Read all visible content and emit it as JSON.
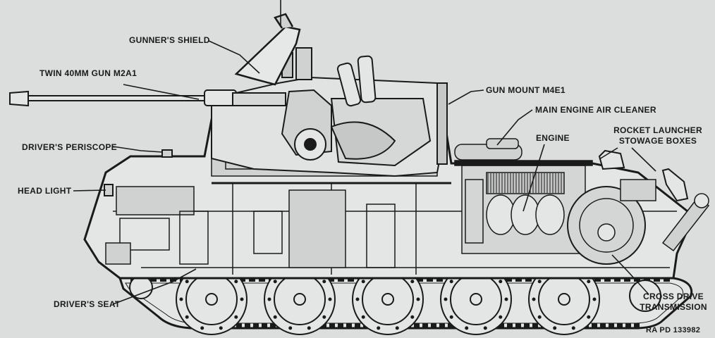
{
  "labels": {
    "gunners_shield": "GUNNER'S SHIELD",
    "twin_gun": "TWIN 40MM GUN M2A1",
    "gun_mount": "GUN MOUNT M4E1",
    "air_cleaner": "MAIN ENGINE AIR CLEANER",
    "engine": "ENGINE",
    "rocket_line1": "ROCKET LAUNCHER",
    "rocket_line2": "STOWAGE BOXES",
    "periscope": "DRIVER'S PERISCOPE",
    "head_light": "HEAD LIGHT",
    "drivers_seat": "DRIVER'S SEAT",
    "transmission_line1": "CROSS DRIVE",
    "transmission_line2": "TRANSMISSION",
    "reference": "RA PD 133982"
  },
  "colors": {
    "background": "#dcdedd",
    "ink": "#1a1a1a",
    "hull_fill": "#e4e6e5",
    "shade": "#b9bcbb"
  }
}
